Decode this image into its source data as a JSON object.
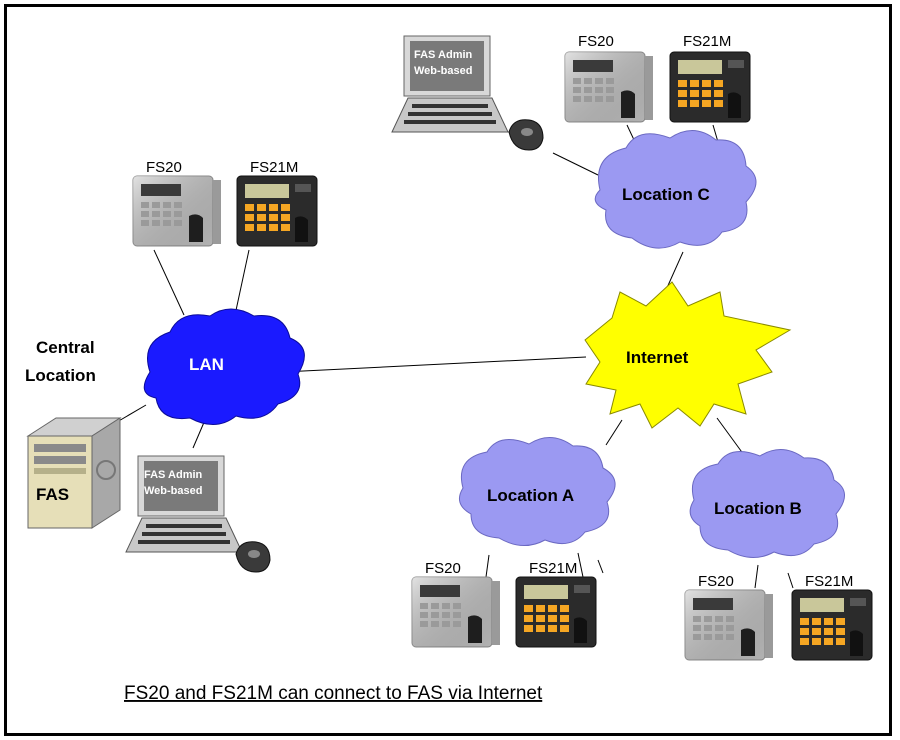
{
  "central": {
    "title_line1": "Central",
    "title_line2": "Location"
  },
  "clouds": {
    "lan": "LAN",
    "internet": "Internet",
    "location_a": "Location A",
    "location_b": "Location B",
    "location_c": "Location C"
  },
  "devices": {
    "fs20": "FS20",
    "fs21m": "FS21M"
  },
  "admin": {
    "line1": "FAS Admin",
    "line2": "Web-based"
  },
  "server": {
    "label": "FAS"
  },
  "caption": "FS20 and FS21M can connect to FAS via Internet",
  "colors": {
    "lan_cloud": "#1a1aff",
    "location_cloud": "#9b99f2",
    "internet_burst": "#ffff00",
    "fs20_body": "#c8c8c8",
    "fs21m_body": "#2a2a2a",
    "fs21m_keys": "#f5a623"
  }
}
